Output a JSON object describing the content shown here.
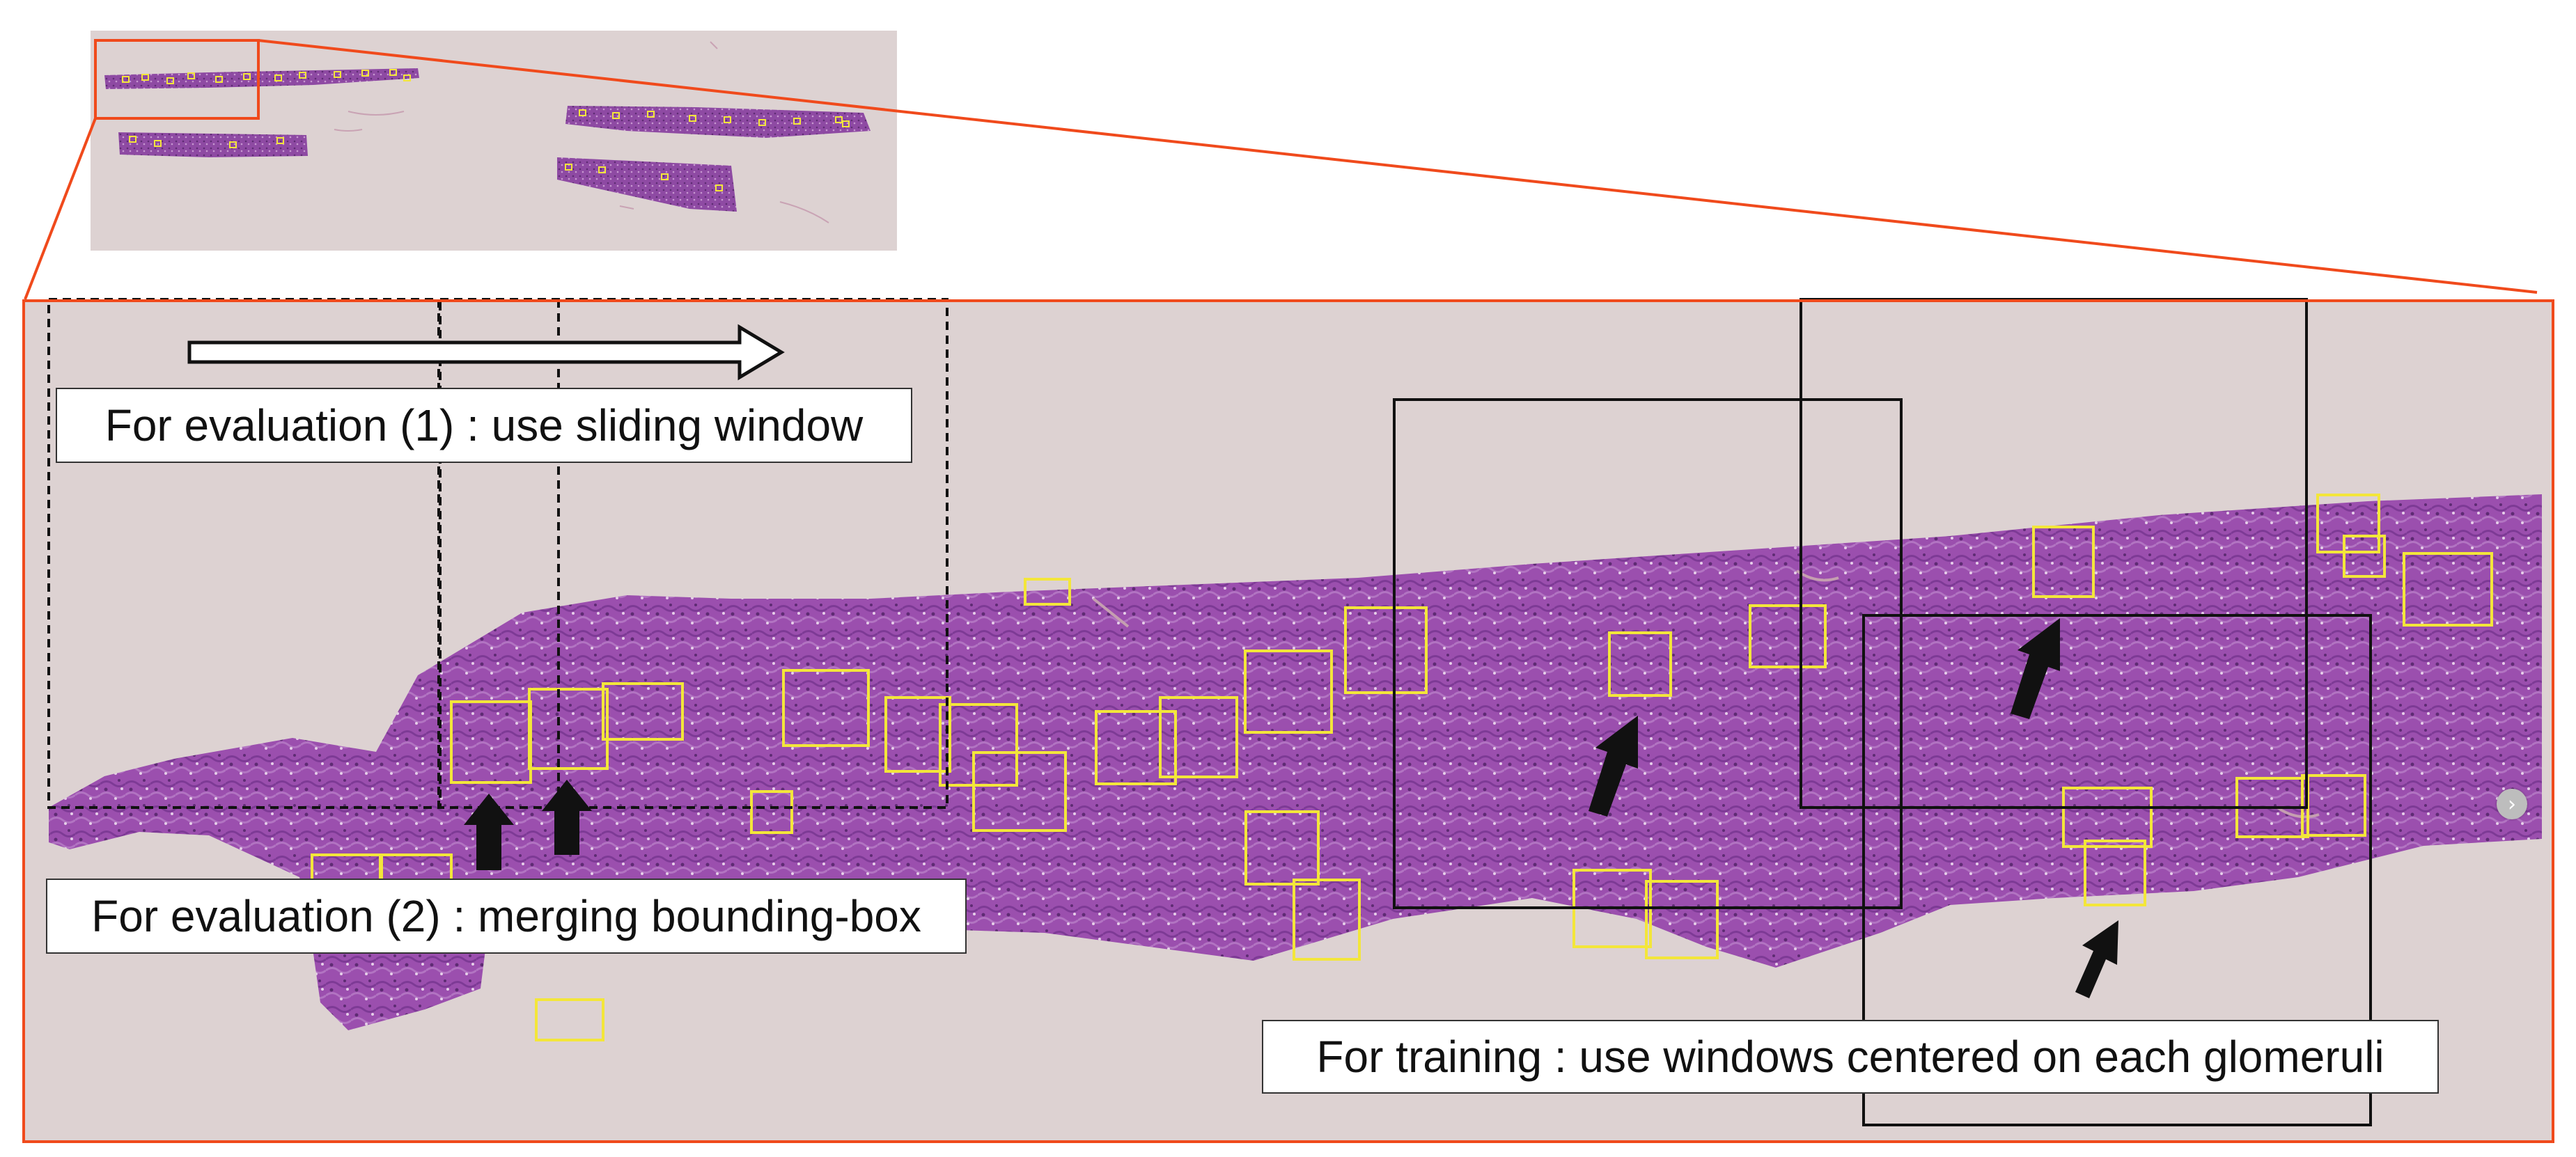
{
  "labels": {
    "evaluation_1": "For evaluation (1) : use sliding window",
    "evaluation_2": "For evaluation (2) : merging bounding-box",
    "training": "For training : use windows centered on each glomeruli"
  },
  "icons": {
    "next_button": "chevron-right-icon",
    "direction_arrow": "hollow-right-arrow-icon",
    "pointer_arrow": "black-arrow-icon"
  },
  "colors": {
    "zoom_frame": "#f04a1c",
    "detection_box": "#f3e63a",
    "tissue_stain": "#9b4fae",
    "slide_background": "#ddd2d2",
    "window_outline": "#111111"
  },
  "glyphs": {
    "next": "›"
  }
}
